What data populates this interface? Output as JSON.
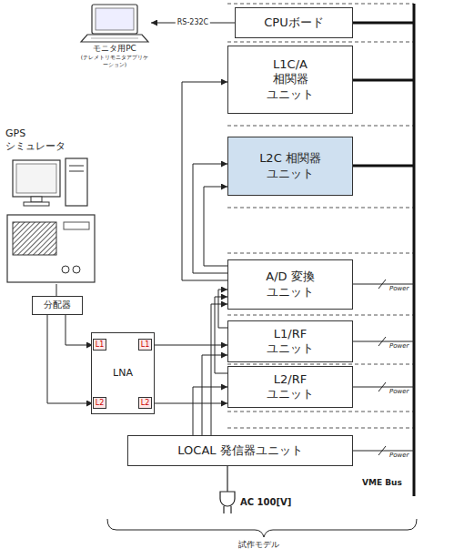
{
  "diagram": {
    "nodes": [
      {
        "text": [
          "CPUボード"
        ]
      },
      {
        "text": [
          "モニタ用PC",
          "(テレメトリモニタアプリケーション)"
        ]
      },
      {
        "text": [
          "L1C/A 相関器 ユニット"
        ]
      },
      {
        "text": [
          "L2C 相関器 ユニット"
        ]
      },
      {
        "text": [
          "A/D 変換 ユニット"
        ]
      },
      {
        "text": [
          "L1/RF ユニット"
        ]
      },
      {
        "text": [
          "L2/RF ユニット"
        ]
      },
      {
        "text": [
          "LOCAL 発信器ユニット"
        ]
      },
      {
        "text": [
          "GPS シミュレータ"
        ]
      },
      {
        "text": [
          "分配器"
        ]
      },
      {
        "text": [
          "LNA"
        ]
      },
      {
        "text": [
          "L1"
        ],
        "in": 10
      },
      {
        "text": [
          "L1"
        ],
        "in": 10
      },
      {
        "text": [
          "L2"
        ],
        "in": 10
      },
      {
        "text": [
          "L2"
        ],
        "in": 10
      }
    ],
    "edges": [
      {
        "from": 0,
        "to": 1,
        "arrow": "to",
        "label": "RS-232C"
      },
      {
        "from": 4,
        "to": 2,
        "arrow": "to"
      },
      {
        "from": 4,
        "to": 3,
        "arrow": "to"
      },
      {
        "from": 4,
        "to": 3,
        "arrow": "to"
      },
      {
        "from": 8,
        "to": 9,
        "arrow": "none"
      },
      {
        "from": 9,
        "to": 11,
        "arrow": "to"
      },
      {
        "from": 9,
        "to": 13,
        "arrow": "to"
      },
      {
        "from": 12,
        "to": 5,
        "arrow": "to"
      },
      {
        "from": 14,
        "to": 6,
        "arrow": "to"
      },
      {
        "from": 7,
        "to": 4,
        "arrow": "to"
      },
      {
        "from": 7,
        "to": 5,
        "arrow": "to"
      },
      {
        "from": 7,
        "to": 6,
        "arrow": "to"
      },
      {
        "from": 5,
        "to": 4,
        "arrow": "to"
      },
      {
        "from": 6,
        "to": 4,
        "arrow": "to"
      }
    ],
    "labels": [
      "Power",
      "Power",
      "Power",
      "Power",
      "VME Bus",
      "AC 100[V]",
      "試作モデル"
    ]
  }
}
